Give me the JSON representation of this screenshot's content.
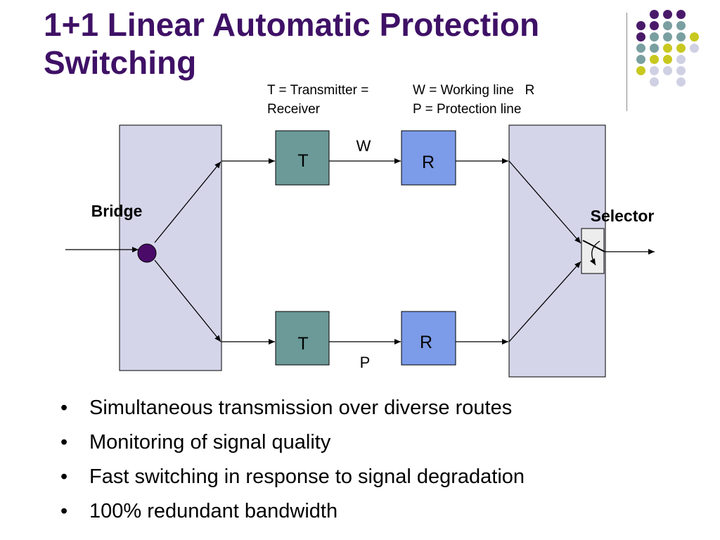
{
  "slide": {
    "title": "1+1 Linear Automatic Protection Switching",
    "legend_left": "T = Transmitter = Receiver",
    "legend_right_line1": "W = Working line   R",
    "legend_right_line2": "P = Protection line",
    "bullets": [
      "Simultaneous transmission over diverse routes",
      "Monitoring of signal quality",
      "Fast switching in response to signal degradation",
      "100% redundant bandwidth"
    ],
    "bullet_symbol": "•"
  },
  "diagram": {
    "bridge_label": "Bridge",
    "selector_label": "Selector",
    "transmitter_label": "T",
    "receiver_label": "R",
    "working_label": "W",
    "protection_label": "P"
  },
  "colors": {
    "title": "#3f1166",
    "panel_fill": "#d5d5ea",
    "transmitter_fill": "#6b9a98",
    "receiver_fill": "#7c9be8",
    "bridge_dot": "#4a0a68",
    "decor_purple": "#4a1a6a",
    "decor_teal": "#7a9fa0",
    "decor_yellow": "#c8c820",
    "decor_lavender": "#d0d0e4"
  }
}
